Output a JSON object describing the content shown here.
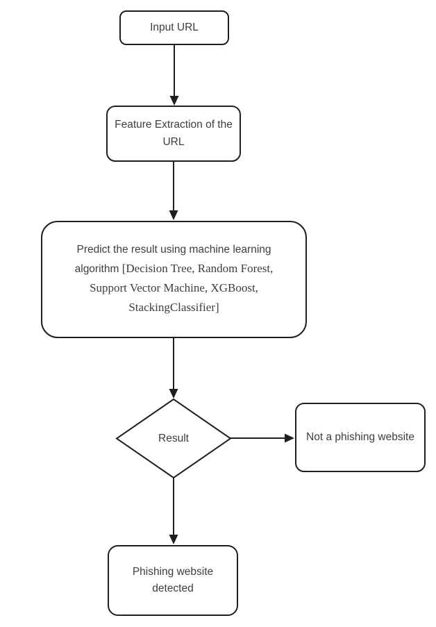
{
  "diagram": {
    "title": "Phishing URL detection flowchart",
    "colors": {
      "stroke": "#1f1f1f",
      "text": "#3d3d3d",
      "background": "#ffffff"
    },
    "nodes": {
      "input_url": {
        "label": "Input URL",
        "shape": "rounded-rect"
      },
      "feature_extraction": {
        "label": "Feature Extraction of the URL",
        "shape": "rounded-rect"
      },
      "predict": {
        "label_sans": "Predict the result using machine learning algorithm ",
        "label_serif": "[Decision Tree, Random Forest, Support Vector Machine, XGBoost, StackingClassifier]",
        "shape": "rounded-rect"
      },
      "result": {
        "label": "Result",
        "shape": "diamond"
      },
      "not_phishing": {
        "label": "Not a phishing website",
        "shape": "rounded-rect"
      },
      "phishing_detected": {
        "label": "Phishing website detected",
        "shape": "rounded-rect"
      }
    },
    "edges": [
      {
        "from": "input_url",
        "to": "feature_extraction",
        "direction": "down"
      },
      {
        "from": "feature_extraction",
        "to": "predict",
        "direction": "down"
      },
      {
        "from": "predict",
        "to": "result",
        "direction": "down"
      },
      {
        "from": "result",
        "to": "not_phishing",
        "direction": "right"
      },
      {
        "from": "result",
        "to": "phishing_detected",
        "direction": "down"
      }
    ]
  }
}
